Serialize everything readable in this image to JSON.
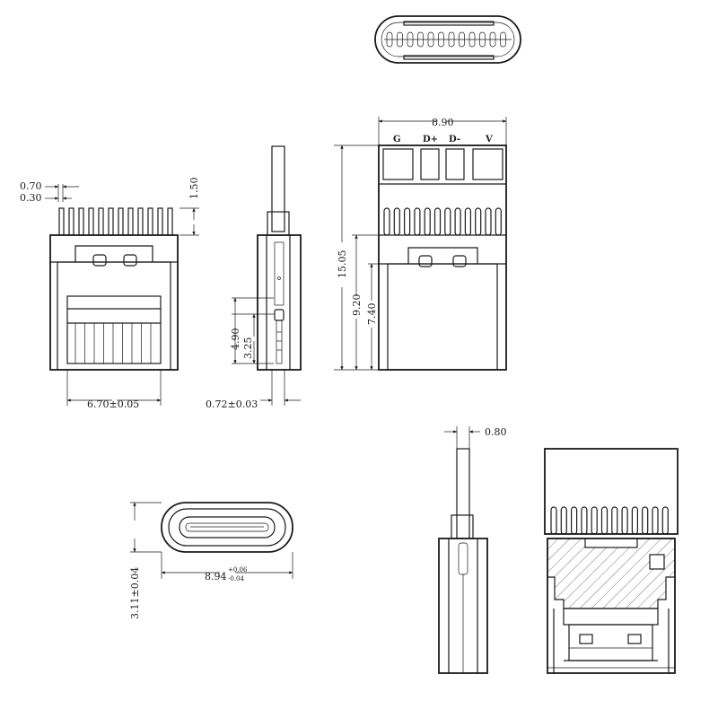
{
  "dimensions": {
    "pitch_outer": "0.70",
    "pitch_inner": "0.30",
    "pin_height": "1.50",
    "width_670": "6.70±0.05",
    "thickness_072": "0.72±0.03",
    "h_490": "4.90",
    "h_325": "3.25",
    "width_890": "8.90",
    "h_1505": "15.05",
    "h_920": "9.20",
    "h_740": "7.40",
    "gap_080": "0.80",
    "h_311": "3.11±0.04",
    "w_894_base": "8.94",
    "w_894_plus": "+0.06",
    "w_894_minus": "-0.04"
  },
  "pins": [
    "G",
    "D+",
    "D-",
    "V"
  ],
  "colors": {
    "line": "#1a1a1a",
    "background": "#ffffff"
  }
}
